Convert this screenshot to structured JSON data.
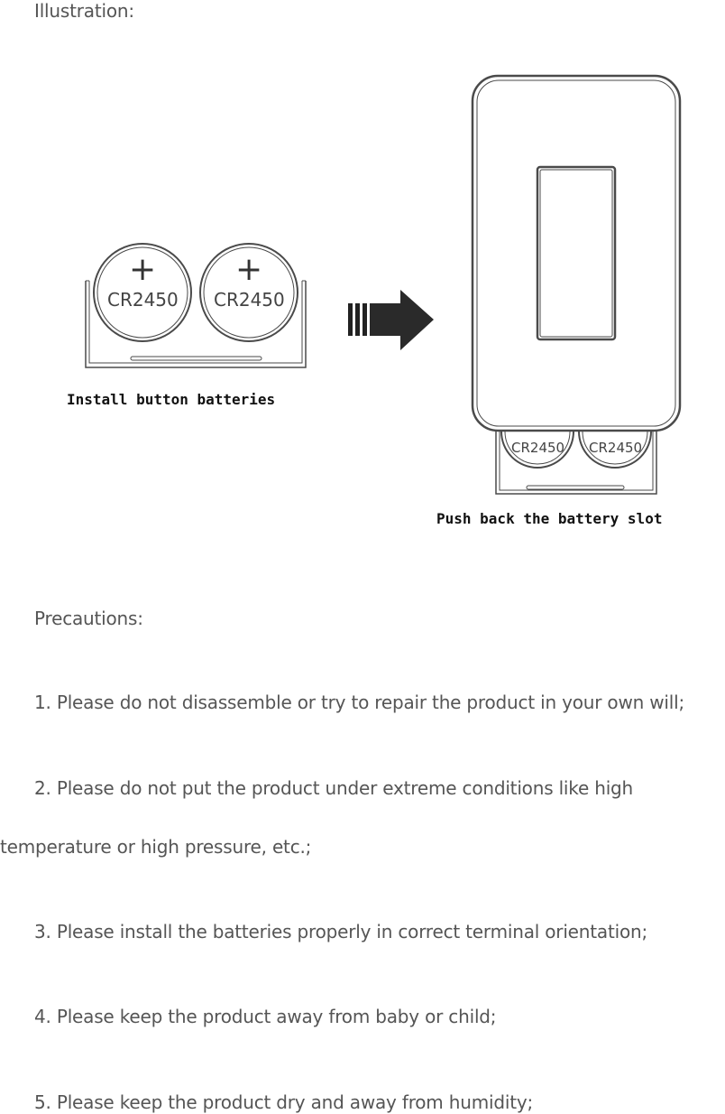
{
  "section_illustration": "Illustration:",
  "figure": {
    "battery_label": "CR2450",
    "plus_sign": "+",
    "caption_left": "Install button batteries",
    "caption_right": "Push back the battery slot"
  },
  "section_precautions": "Precautions:",
  "precautions": [
    "1. Please do not disassemble or try to repair the product in your own will;",
    "2. Please do not put the product under extreme conditions like high",
    "temperature or high pressure, etc.;",
    "3. Please install the batteries properly in correct terminal orientation;",
    "4. Please keep the product away from baby or child;",
    "5. Please keep the product dry and away from humidity;"
  ]
}
